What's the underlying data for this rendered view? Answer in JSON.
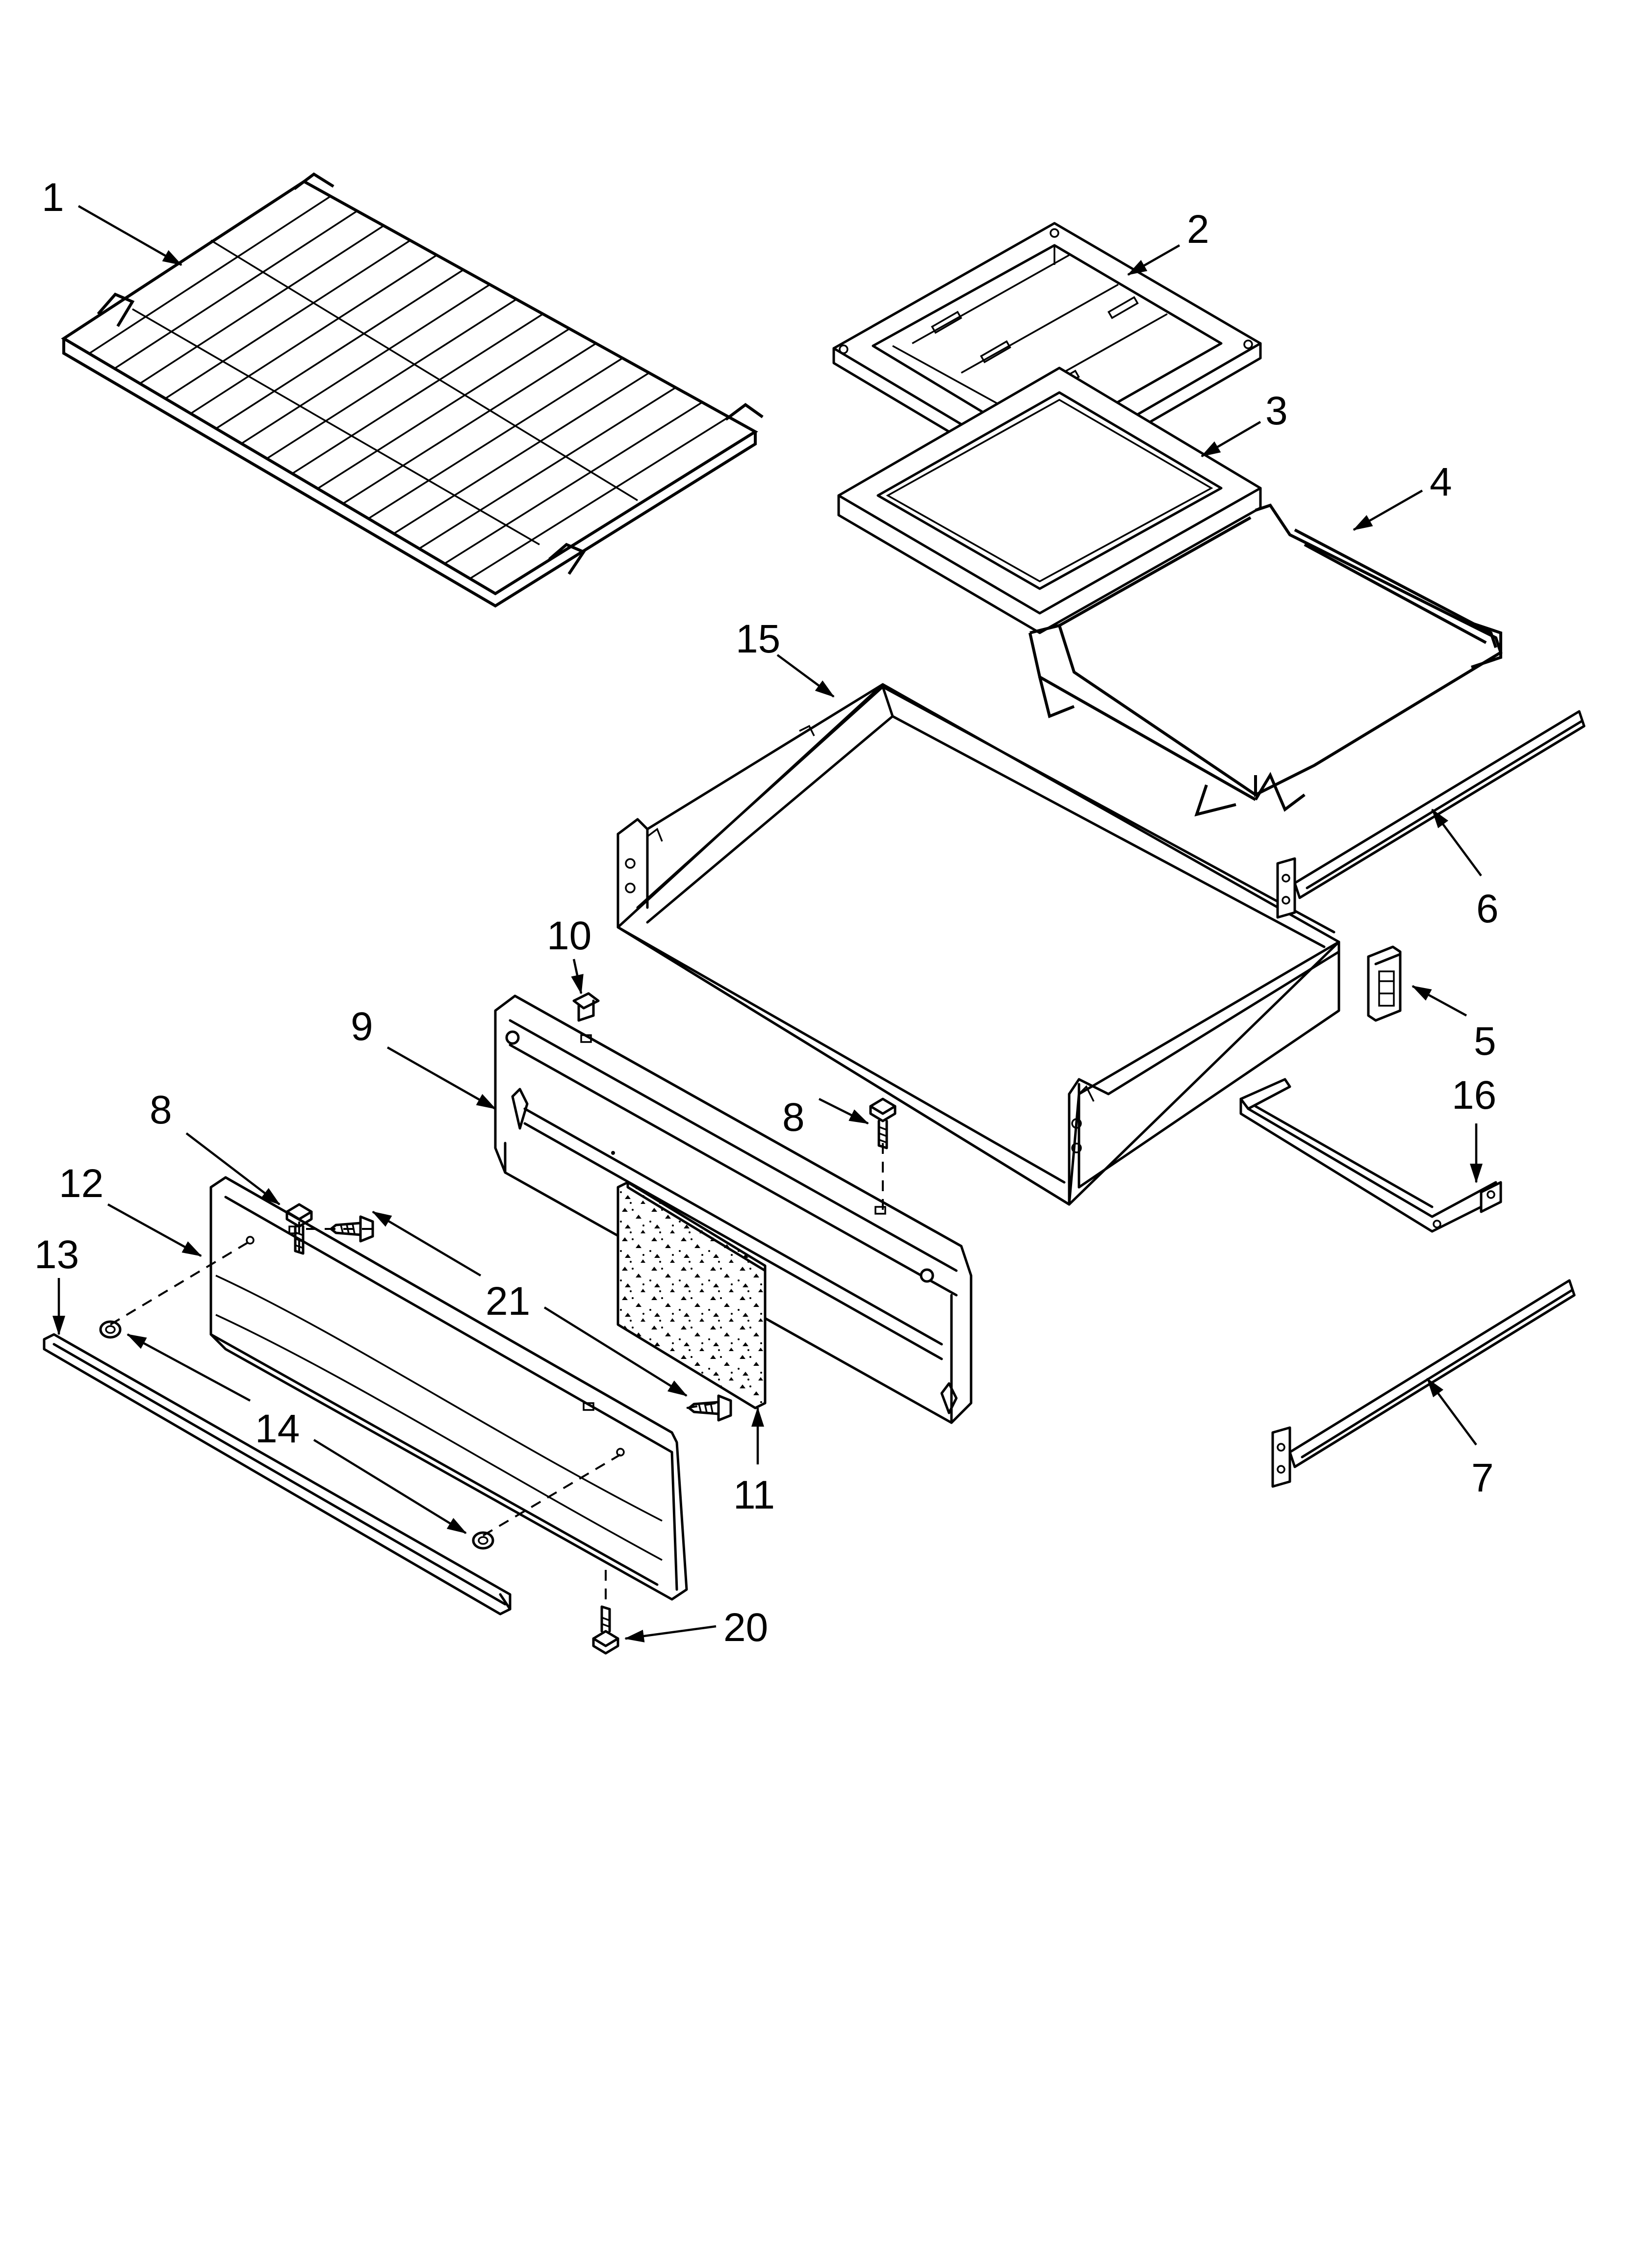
{
  "callouts": {
    "c1": "1",
    "c2": "2",
    "c3": "3",
    "c4": "4",
    "c5": "5",
    "c6": "6",
    "c7": "7",
    "c8a": "8",
    "c8b": "8",
    "c9": "9",
    "c10": "10",
    "c11": "11",
    "c12": "12",
    "c13": "13",
    "c14": "14",
    "c15": "15",
    "c16": "16",
    "c20": "20",
    "c21": "21"
  }
}
